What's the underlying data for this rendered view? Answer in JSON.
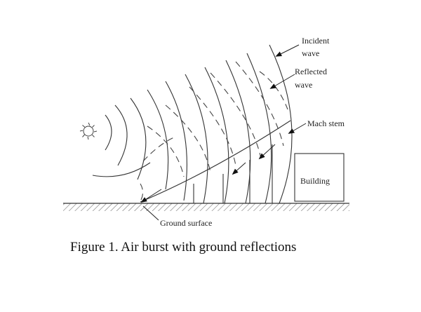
{
  "labels": {
    "incident_1": "Incident",
    "incident_2": "wave",
    "reflected_1": "Reflected",
    "reflected_2": "wave",
    "mach_stem": "Mach stem",
    "building": "Building",
    "ground_surface": "Ground surface"
  },
  "caption": "Figure 1. Air burst with ground reflections",
  "icons": {
    "burst": "explosion-burst-icon"
  }
}
